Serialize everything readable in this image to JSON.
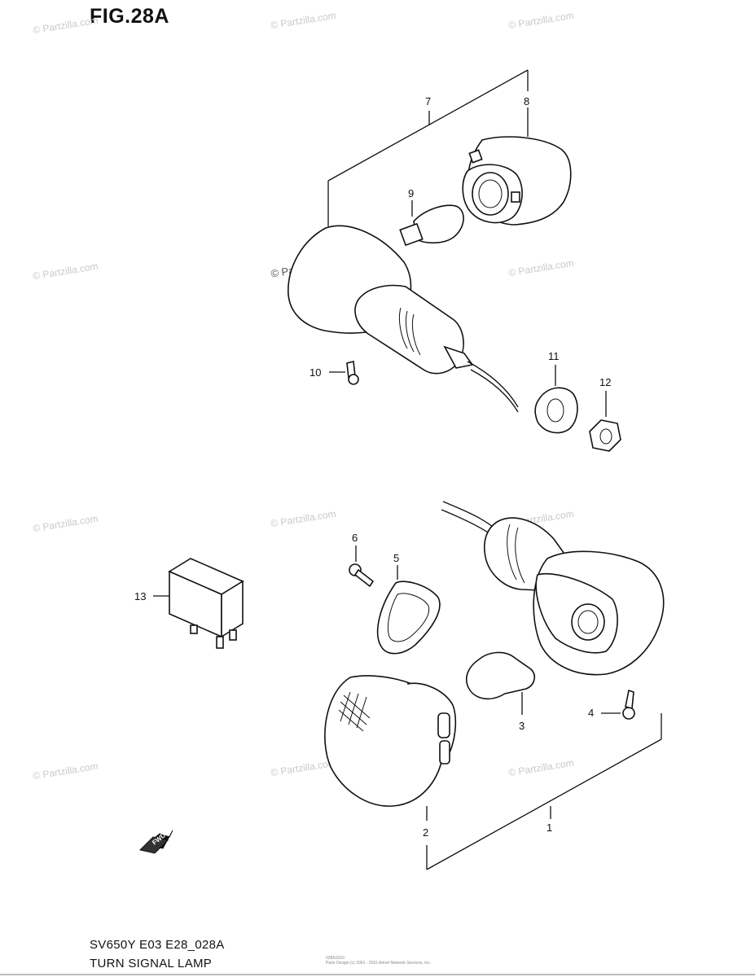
{
  "figure": {
    "title": "FIG.28A"
  },
  "footer": {
    "model": "SV650Y E03 E28_028A",
    "name": "TURN SIGNAL LAMP",
    "copyright_line1": "028A1010",
    "copyright_line2": "Parts Design (c) 2001 - 2015 Arinet Network Services, Inc."
  },
  "watermarks": {
    "text": "© Partzilla.com",
    "main_text": "© Partzilla.com"
  },
  "callouts": {
    "p1": "1",
    "p2": "2",
    "p3": "3",
    "p4": "4",
    "p5": "5",
    "p6": "6",
    "p7": "7",
    "p8": "8",
    "p9": "9",
    "p10": "10",
    "p11": "11",
    "p12": "12",
    "p13": "13"
  },
  "arrow": {
    "label": "FWD"
  }
}
